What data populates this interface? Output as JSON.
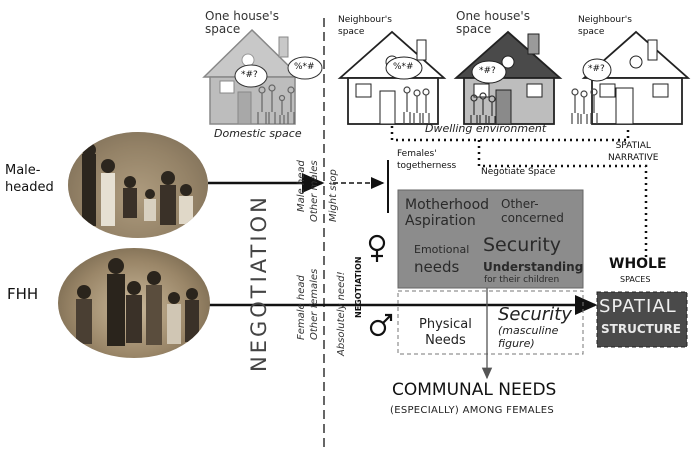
{
  "houses": {
    "one_house_space_1": "One house's\nspace",
    "neighbours_space_1": "Neighbour's\nspace",
    "one_house_space_2": "One house's\nspace",
    "neighbours_space_2": "Neighbour's\nspace",
    "domestic_space": "Domestic space",
    "dwelling_environment": "Dwelling environment",
    "bubbles": [
      "*#?",
      "%*#",
      "%*#",
      "*#?",
      "*#?"
    ]
  },
  "left": {
    "male_headed": "Male-\nheaded",
    "fhh": "FHH",
    "negotiation": "NEGOTIATION"
  },
  "vertical_labels": {
    "male_head": "Male head",
    "other_males": "Other males",
    "might_stop": "Might stop",
    "female_head": "Female head",
    "other_females": "Other females",
    "absolutely_need": "Absolutely need!",
    "negotiation_small": "NEGOTIATION"
  },
  "center": {
    "females_togetherness": "Females'\ntogetherness",
    "negotiate_space": "Negotiate Space",
    "spatial_narrative": "SPATIAL\nNARRATIVE"
  },
  "needs_box": {
    "motherhood": "Motherhood\nAspiration",
    "other_concerned": "Other-\nconcerned",
    "emotional": "Emotional",
    "needs": "needs",
    "security": "Security",
    "understanding": "Understanding",
    "for_children": "for their children"
  },
  "lower_box": {
    "physical_needs": "Physical\nNeeds",
    "security": "Security",
    "masculine": "(masculine\nfigure)"
  },
  "right": {
    "whole": "WHOLE",
    "spaces": "SPACES",
    "spatial": "SPATIAL",
    "structure": "STRUCTURE"
  },
  "bottom": {
    "communal_needs": "COMMUNAL NEEDS",
    "especially": "(ESPECIALLY) AMONG FEMALES"
  },
  "colors": {
    "needs_box_fill": "#8c8c8c",
    "structure_fill": "#4a4a4a",
    "house_fill": "#bdbdbd"
  }
}
